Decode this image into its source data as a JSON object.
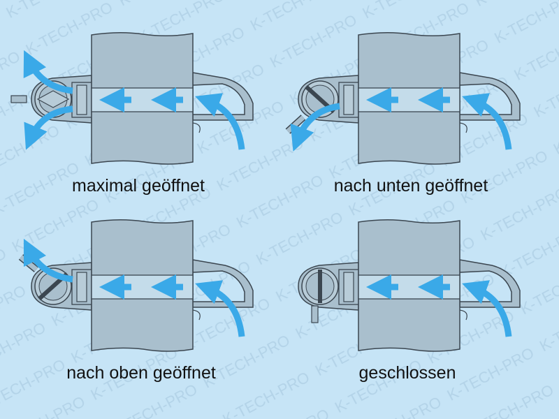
{
  "watermark": "K-TECH-PRO",
  "colors": {
    "background": "#c6e4f6",
    "wall": "#a9bfcd",
    "channel": "#c4dcea",
    "arrow": "#3aa9e8",
    "line": "#3b4650"
  },
  "panels": [
    {
      "label": "maximal geöffnet",
      "state": "max-open"
    },
    {
      "label": "nach unten geöffnet",
      "state": "down-open"
    },
    {
      "label": "nach oben geöffnet",
      "state": "up-open"
    },
    {
      "label": "geschlossen",
      "state": "closed"
    }
  ]
}
